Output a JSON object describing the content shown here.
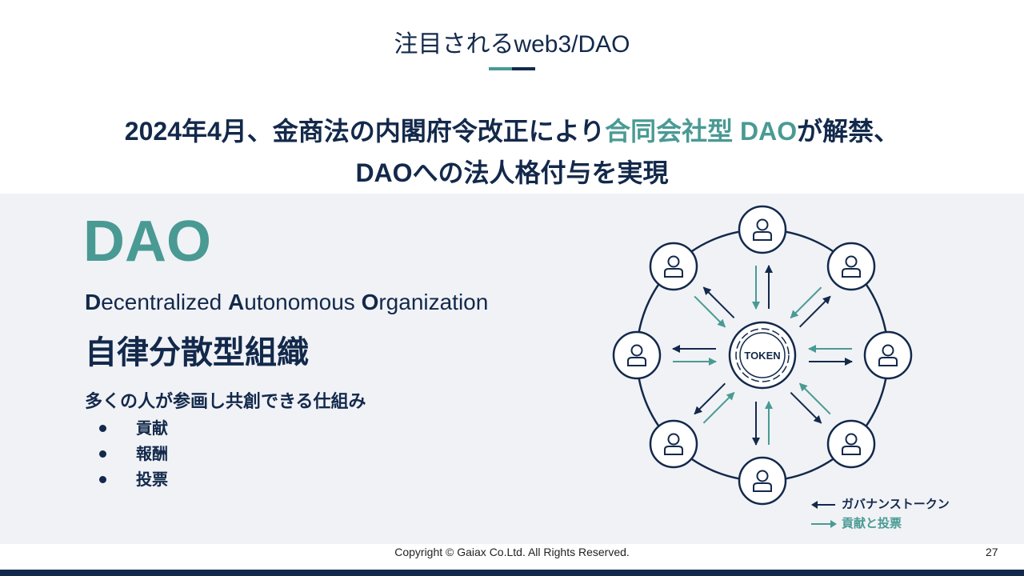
{
  "slide": {
    "title": "注目されるweb3/DAO",
    "headline": {
      "line1_prefix": "2024年4月、金商法の内閣府令改正により",
      "line1_highlight": "合同会社型 DAO",
      "line1_suffix": "が解禁、",
      "line2": "DAOへの法人格付与を実現"
    }
  },
  "left": {
    "dao_title": "DAO",
    "full_name_parts": [
      "D",
      "ecentralized ",
      "A",
      "utonomous ",
      "O",
      "rganization"
    ],
    "jp_name": "自律分散型組織",
    "subheading": "多くの人が参画し共創できる仕組み",
    "bullets": [
      "貢献",
      "報酬",
      "投票"
    ]
  },
  "diagram": {
    "center_label": "TOKEN",
    "legend": {
      "governance": "ガバナンストークン",
      "contribution": "貢献と投票"
    }
  },
  "colors": {
    "navy": "#13294b",
    "teal": "#4a9a94",
    "panel": "#f0f2f6"
  },
  "footer": {
    "copyright": "Copyright © Gaiax Co.Ltd. All Rights Reserved.",
    "page": "27"
  }
}
